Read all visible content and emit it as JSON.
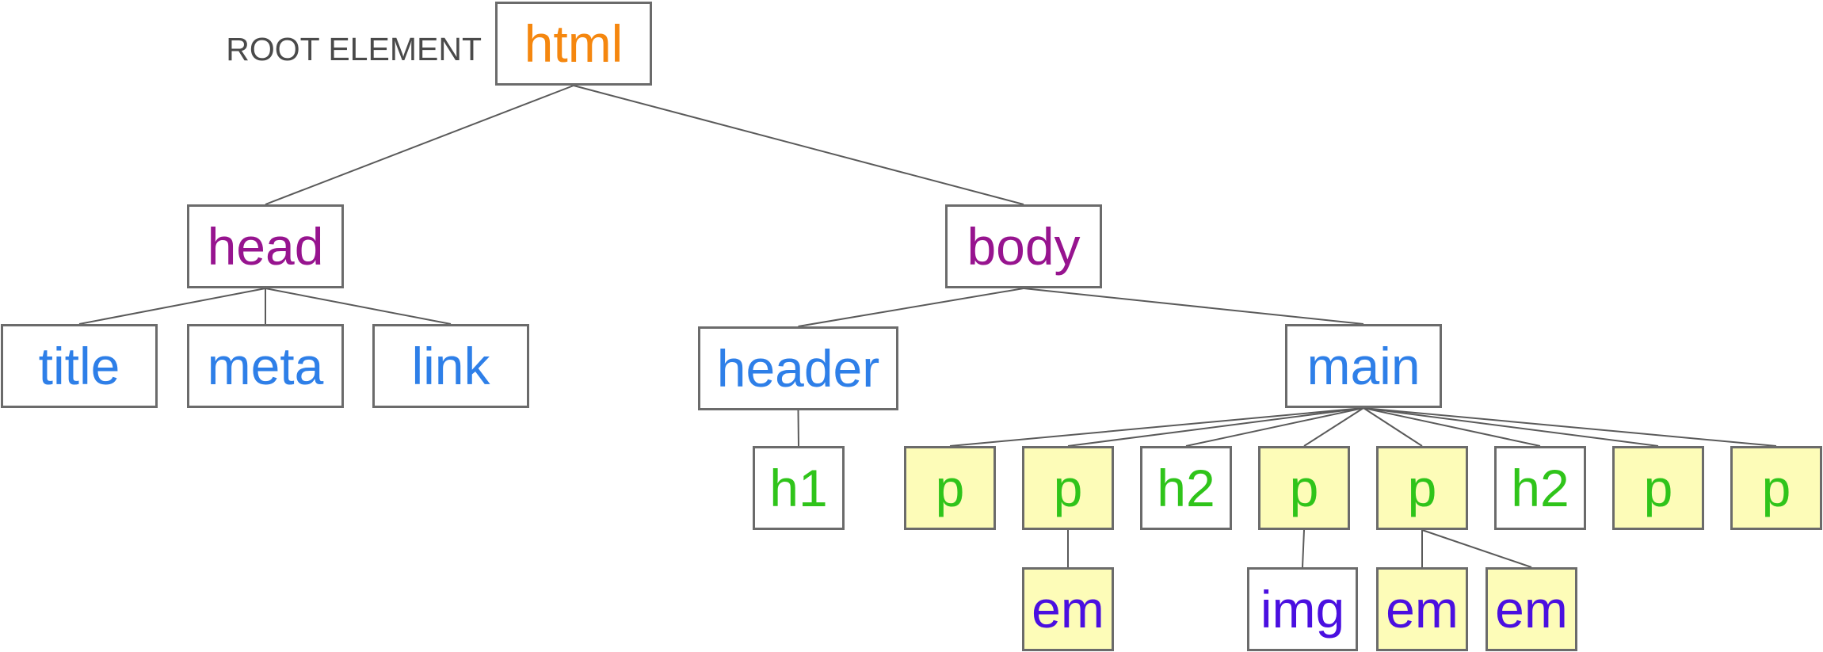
{
  "root_label": "ROOT ELEMENT",
  "colors": {
    "root": "#f5870f",
    "section": "#97148f",
    "level2": "#2e7fe8",
    "level3": "#2fc41a",
    "level4": "#4a0fe0",
    "highlight_fill": "#fdfcb8"
  },
  "nodes": [
    {
      "id": "html",
      "label": "html",
      "color": "root",
      "highlight": false
    },
    {
      "id": "head",
      "label": "head",
      "color": "section",
      "highlight": false
    },
    {
      "id": "body",
      "label": "body",
      "color": "section",
      "highlight": false
    },
    {
      "id": "title",
      "label": "title",
      "color": "level2",
      "highlight": false
    },
    {
      "id": "meta",
      "label": "meta",
      "color": "level2",
      "highlight": false
    },
    {
      "id": "link",
      "label": "link",
      "color": "level2",
      "highlight": false
    },
    {
      "id": "header",
      "label": "header",
      "color": "level2",
      "highlight": false
    },
    {
      "id": "main",
      "label": "main",
      "color": "level2",
      "highlight": false
    },
    {
      "id": "h1",
      "label": "h1",
      "color": "level3",
      "highlight": false
    },
    {
      "id": "p1",
      "label": "p",
      "color": "level3",
      "highlight": true
    },
    {
      "id": "p2",
      "label": "p",
      "color": "level3",
      "highlight": true
    },
    {
      "id": "h2a",
      "label": "h2",
      "color": "level3",
      "highlight": false
    },
    {
      "id": "p3",
      "label": "p",
      "color": "level3",
      "highlight": true
    },
    {
      "id": "p4",
      "label": "p",
      "color": "level3",
      "highlight": true
    },
    {
      "id": "h2b",
      "label": "h2",
      "color": "level3",
      "highlight": false
    },
    {
      "id": "p5",
      "label": "p",
      "color": "level3",
      "highlight": true
    },
    {
      "id": "p6",
      "label": "p",
      "color": "level3",
      "highlight": true
    },
    {
      "id": "em1",
      "label": "em",
      "color": "level4",
      "highlight": true
    },
    {
      "id": "img",
      "label": "img",
      "color": "level4",
      "highlight": false
    },
    {
      "id": "em2",
      "label": "em",
      "color": "level4",
      "highlight": true
    },
    {
      "id": "em3",
      "label": "em",
      "color": "level4",
      "highlight": true
    }
  ],
  "edges": [
    [
      "html",
      "head"
    ],
    [
      "html",
      "body"
    ],
    [
      "head",
      "title"
    ],
    [
      "head",
      "meta"
    ],
    [
      "head",
      "link"
    ],
    [
      "body",
      "header"
    ],
    [
      "body",
      "main"
    ],
    [
      "header",
      "h1"
    ],
    [
      "main",
      "p1"
    ],
    [
      "main",
      "p2"
    ],
    [
      "main",
      "h2a"
    ],
    [
      "main",
      "p3"
    ],
    [
      "main",
      "p4"
    ],
    [
      "main",
      "h2b"
    ],
    [
      "main",
      "p5"
    ],
    [
      "main",
      "p6"
    ],
    [
      "p2",
      "em1"
    ],
    [
      "p3",
      "img"
    ],
    [
      "p4",
      "em2"
    ],
    [
      "p4",
      "em3"
    ]
  ]
}
